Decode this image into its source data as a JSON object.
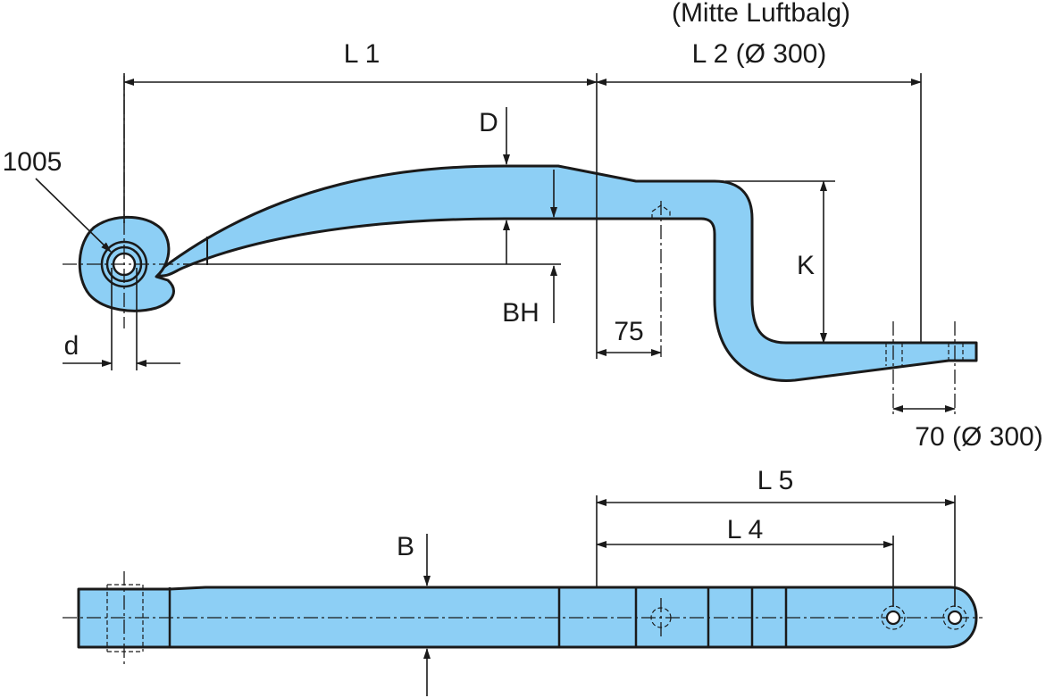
{
  "colors": {
    "part_fill": "#8dcff5",
    "line": "#1a1a1a",
    "background": "#ffffff"
  },
  "labels": {
    "l1": "L  1",
    "mitte": "(Mitte  Luftbalg)",
    "l2": "L  2  (Ø  300)",
    "d_upper": "D",
    "eye_id": "1005",
    "k": "K",
    "bh": "BH",
    "d_lower": "d",
    "seventy_five": "75",
    "seventy": "70  (Ø  300)",
    "l5": "L  5",
    "l4": "L  4",
    "b": "B"
  }
}
